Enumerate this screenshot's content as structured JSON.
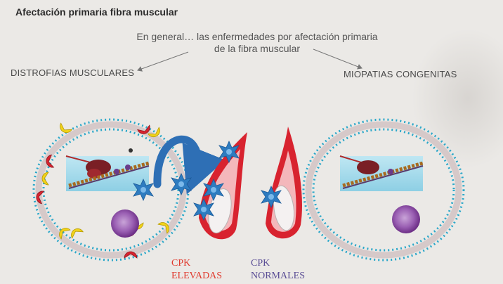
{
  "slide": {
    "title": "Afectación primaria fibra muscular",
    "intro_line1": "En general… las enfermedades  por afectación primaria",
    "intro_line2": "de la fibra muscular",
    "left_label": "DISTROFIAS  MUSCULARES",
    "right_label": "MIOPATIAS CONGENITAS",
    "cpk_high_line1": "CPK",
    "cpk_high_line2": "ELEVADAS",
    "cpk_normal_line1": "CPK",
    "cpk_normal_line2": "NORMALES"
  },
  "colors": {
    "membrane_head": "#2aa7c9",
    "channel_yellow": "#f1d21a",
    "channel_red": "#d8232f",
    "vessel_red": "#d8232f",
    "enzyme_star": "#2e7cc0",
    "arrow_blue": "#2e6fb5",
    "cpk_high": "#e03a2e",
    "cpk_normal": "#5a4d95"
  },
  "icons": [
    "cell-membrane-icon",
    "protein-complex-icon",
    "nucleus-icon",
    "blood-vessel-icon",
    "enzyme-star-icon",
    "curved-arrow-icon"
  ]
}
